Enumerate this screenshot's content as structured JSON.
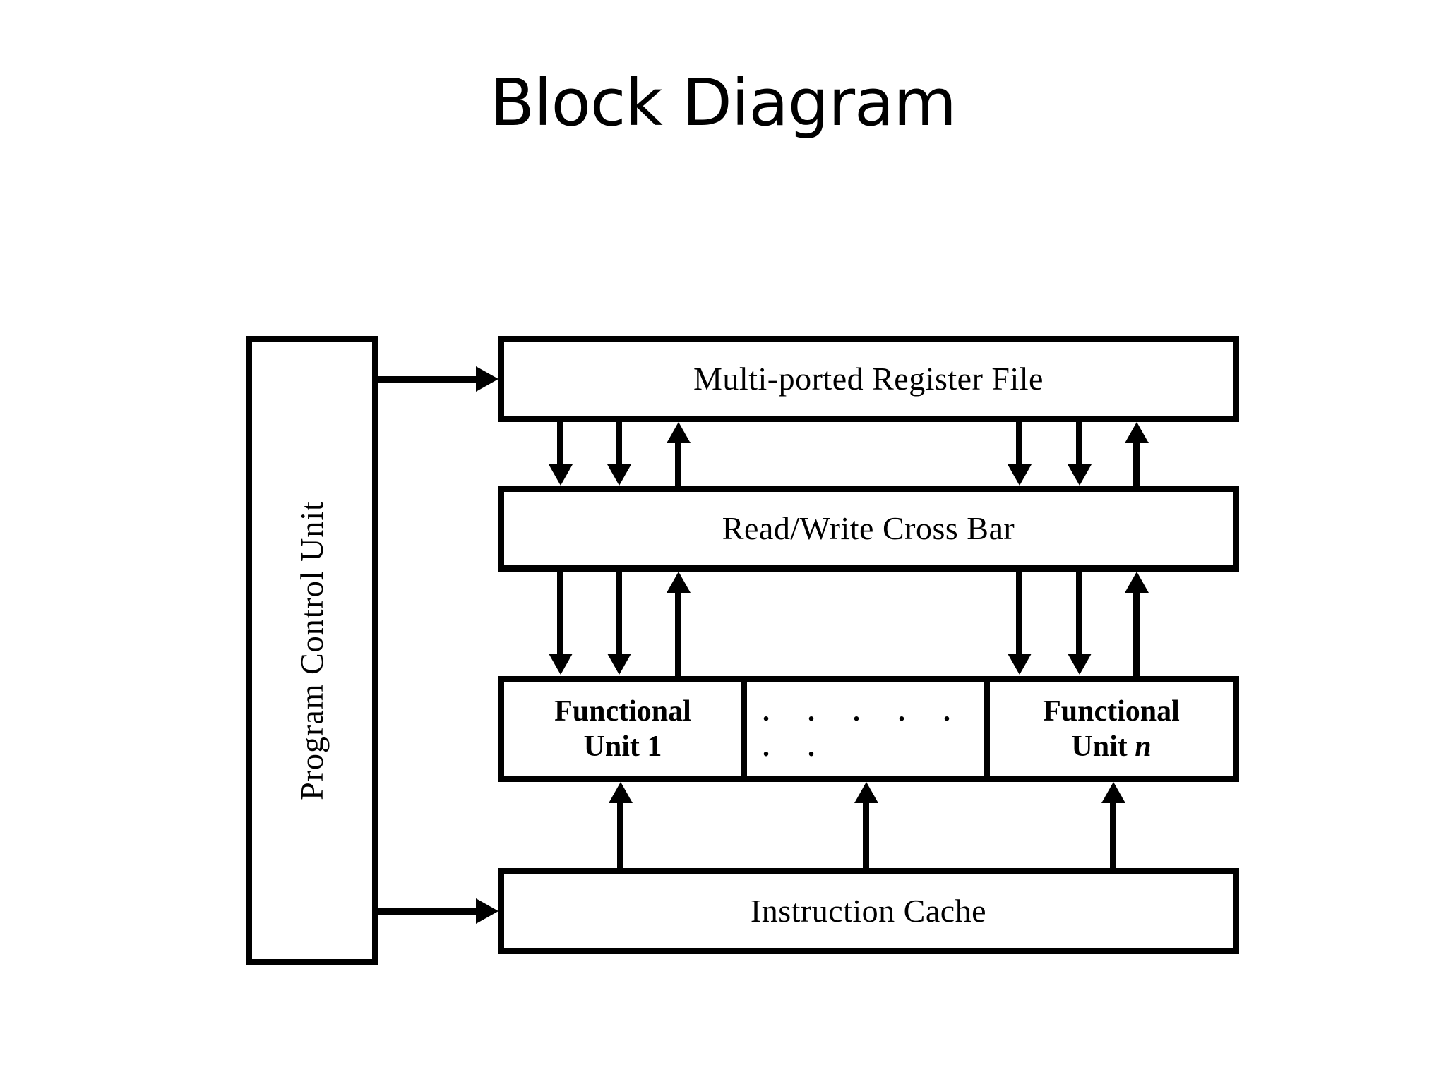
{
  "slide": {
    "title": "Block Diagram",
    "background_color": "#ffffff",
    "line_color": "#000000"
  },
  "diagram": {
    "type": "block-diagram",
    "blocks": [
      {
        "id": "program-control-unit",
        "label": "Program Control Unit",
        "orientation": "vertical"
      },
      {
        "id": "multi-ported-register-file",
        "label": "Multi-ported Register File",
        "orientation": "horizontal"
      },
      {
        "id": "read-write-cross-bar",
        "label": "Read/Write Cross Bar",
        "orientation": "horizontal"
      },
      {
        "id": "instruction-cache",
        "label": "Instruction Cache",
        "orientation": "horizontal"
      }
    ],
    "functional_unit_row": {
      "cells": [
        {
          "id": "functional-unit-1",
          "line1": "Functional",
          "line2": "Unit 1",
          "italic_suffix": ""
        },
        {
          "id": "functional-unit-ellipsis",
          "dots": ". . . . . . ."
        },
        {
          "id": "functional-unit-n",
          "line1": "Functional",
          "line2": "Unit ",
          "italic_suffix": "n"
        }
      ]
    },
    "connections": [
      {
        "from": "program-control-unit",
        "to": "multi-ported-register-file",
        "direction": "right",
        "count": 1
      },
      {
        "from": "program-control-unit",
        "to": "instruction-cache",
        "direction": "right",
        "count": 1
      },
      {
        "from": "multi-ported-register-file",
        "to": "read-write-cross-bar",
        "direction": "down",
        "count": 4
      },
      {
        "from": "read-write-cross-bar",
        "to": "multi-ported-register-file",
        "direction": "up",
        "count": 2
      },
      {
        "from": "read-write-cross-bar",
        "to": "functional-unit-row",
        "direction": "down",
        "count": 4
      },
      {
        "from": "functional-unit-row",
        "to": "read-write-cross-bar",
        "direction": "up",
        "count": 2
      },
      {
        "from": "instruction-cache",
        "to": "functional-unit-row",
        "direction": "up",
        "count": 3
      }
    ]
  }
}
